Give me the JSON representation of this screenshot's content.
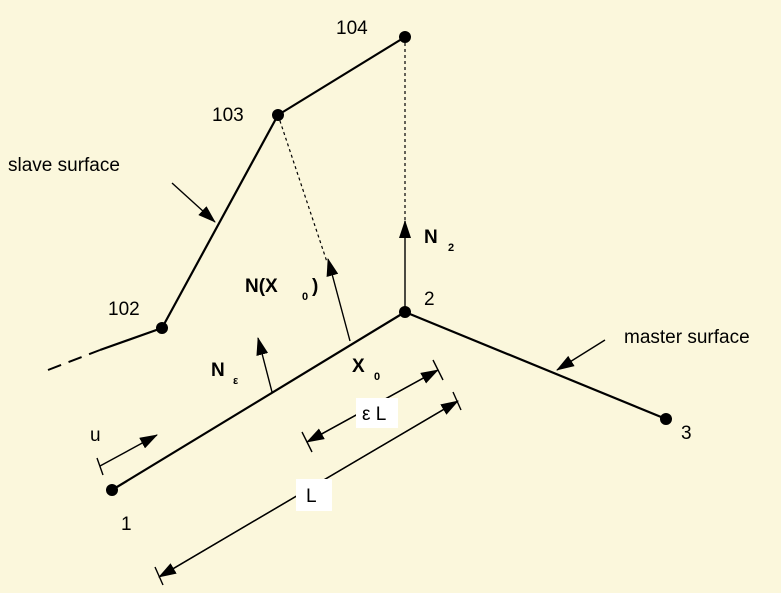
{
  "colors": {
    "background": "#fbf7dc",
    "ink": "#000000",
    "label_box": "#ffffff"
  },
  "nodes": {
    "n1": "1",
    "n2": "2",
    "n3": "3",
    "n102": "102",
    "n103": "103",
    "n104": "104"
  },
  "labels": {
    "slave_surface": "slave surface",
    "master_surface": "master surface",
    "normal_x0_main": "N(X",
    "normal_x0_sub": "0",
    "normal_x0_close": ")",
    "normal_eps_main": "N",
    "normal_eps_sub": "ε",
    "normal_2_main": "N",
    "normal_2_sub": "2",
    "x0_main": "X",
    "x0_sub": "0",
    "u": "u",
    "eps_l": "ε L",
    "l": "L"
  }
}
